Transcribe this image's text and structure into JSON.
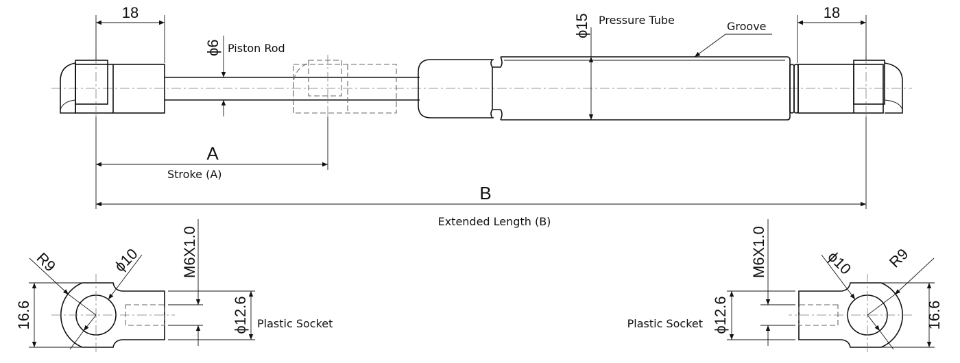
{
  "labels": {
    "left_eye_length": "18",
    "right_eye_length": "18",
    "rod_diameter": "ϕ6",
    "piston_rod": "Piston Rod",
    "tube_diameter": "ϕ15",
    "pressure_tube": "Pressure Tube",
    "groove": "Groove",
    "stroke_symbol": "A",
    "stroke": "Stroke (A)",
    "length_symbol": "B",
    "extended_length": "Extended Length (B)"
  },
  "left_socket": {
    "radius": "R9",
    "hole": "ϕ10",
    "height": "16.6",
    "thread": "M6X1.0",
    "neck": "ϕ12.6",
    "name": "Plastic Socket"
  },
  "right_socket": {
    "radius": "R9",
    "hole": "ϕ10",
    "height": "16.6",
    "thread": "M6X1.0",
    "neck": "ϕ12.6",
    "name": "Plastic Socket"
  }
}
